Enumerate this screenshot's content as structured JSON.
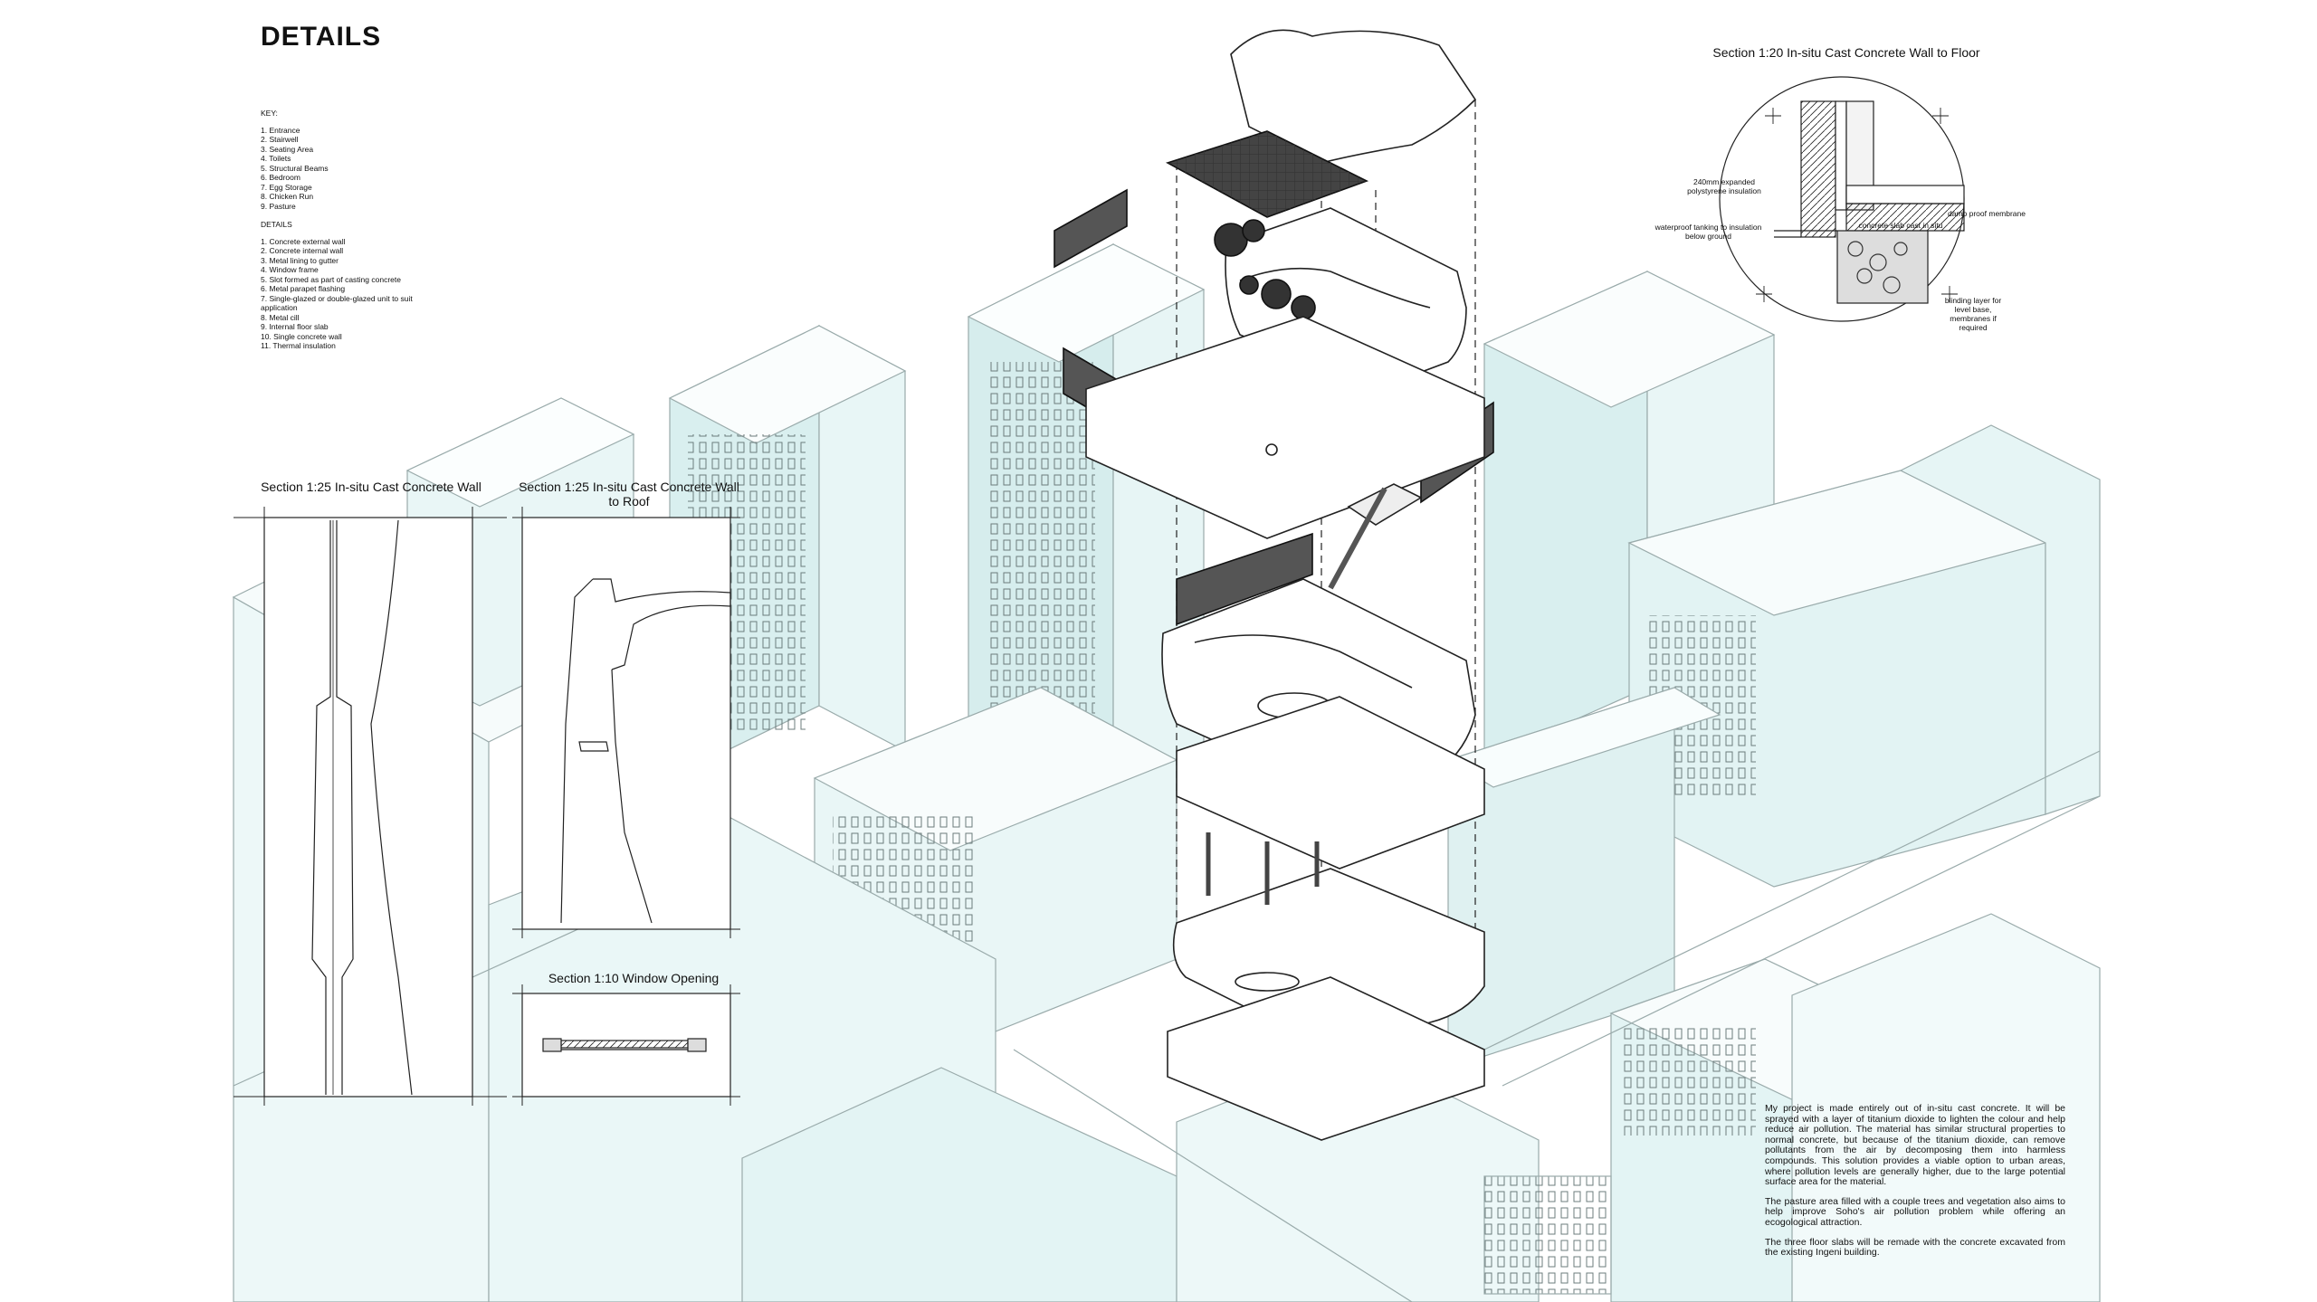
{
  "page": {
    "title": "DETAILS"
  },
  "key": {
    "heading": "KEY:",
    "items": [
      "1. Entrance",
      "2. Stairwell",
      "3. Seating Area",
      "4. Toilets",
      "5. Structural Beams",
      "6. Bedroom",
      "7. Egg Storage",
      "8. Chicken Run",
      "9. Pasture"
    ],
    "details_heading": "DETAILS",
    "details": [
      "1. Concrete external wall",
      "2. Concrete internal wall",
      "3. Metal lining to gutter",
      "4. Window frame",
      "5. Slot formed as part of casting concrete",
      "6. Metal parapet flashing",
      "7. Single-glazed or double-glazed unit to suit application",
      "8. Metal cill",
      "9. Internal floor slab",
      "10. Single concrete wall",
      "11. Thermal insulation"
    ]
  },
  "sections": {
    "wall": "Section 1:25 In-situ Cast Concrete Wall",
    "roof": "Section 1:25 In-situ Cast Concrete Wall to Roof",
    "window": "Section 1:10 Window Opening",
    "floor": "Section 1:20 In-situ Cast Concrete Wall to Floor"
  },
  "callouts": {
    "eps": "240mm expanded polystyrene insulation",
    "tanking": "waterproof tanking to insulation below ground",
    "slab": "concrete slab cast in situ",
    "dpm": "damp proof membrane",
    "blinding": "blinding layer for level base, membranes if required"
  },
  "description": [
    "My project is made entirely out of in-situ cast concrete. It will be sprayed with a layer of titanium dioxide to lighten the colour and help reduce air pollution. The material has similar structural properties to normal concrete, but because of the titanium dioxide, can remove pollutants from the air by decomposing them into harmless compounds. This solution provides a viable option to urban areas, where pollution levels are generally higher, due to the large potential surface area for the material.",
    "The pasture area filled with a couple trees and vegetation also aims to help improve Soho's air pollution problem while offering an ecogological attraction.",
    "The three floor slabs will be remade with the concrete excavated from the existing Ingeni building."
  ],
  "colors": {
    "building_fill": "#e3f4f4",
    "building_stroke": "#8a9a9a",
    "line": "#222222",
    "mesh": "#3a3a3a"
  }
}
